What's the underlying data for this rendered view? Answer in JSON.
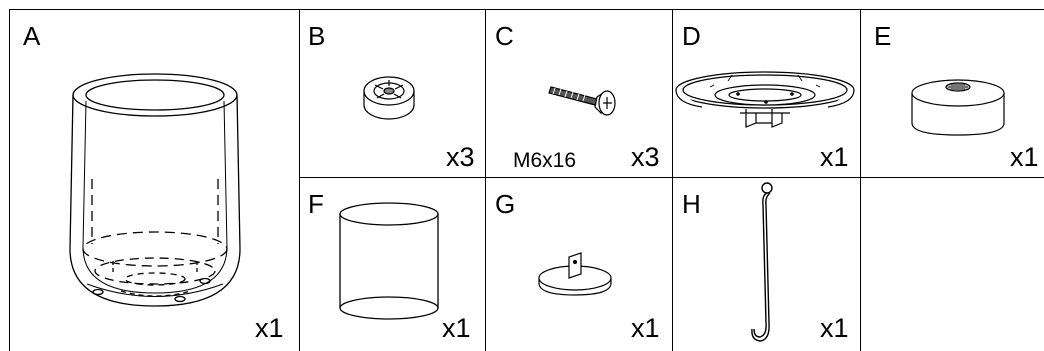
{
  "parts": [
    {
      "id": "A",
      "letter": "A",
      "qty": "x1"
    },
    {
      "id": "B",
      "letter": "B",
      "qty": "x3"
    },
    {
      "id": "C",
      "letter": "C",
      "qty": "x3",
      "spec": "M6x16"
    },
    {
      "id": "D",
      "letter": "D",
      "qty": "x1"
    },
    {
      "id": "E",
      "letter": "E",
      "qty": "x1"
    },
    {
      "id": "F",
      "letter": "F",
      "qty": "x1"
    },
    {
      "id": "G",
      "letter": "G",
      "qty": "x1"
    },
    {
      "id": "H",
      "letter": "H",
      "qty": "x1"
    },
    {
      "id": "empty",
      "letter": "",
      "qty": ""
    }
  ]
}
